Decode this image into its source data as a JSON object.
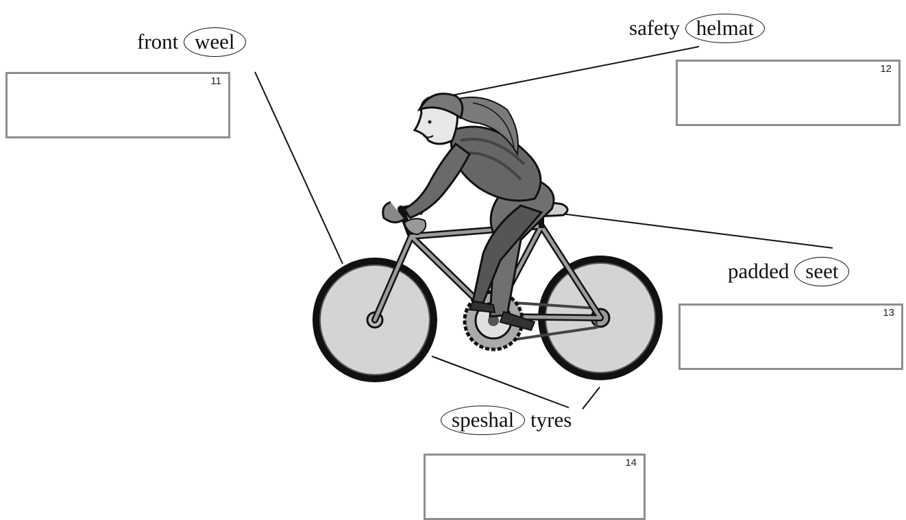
{
  "labels": {
    "front": {
      "plain": "front",
      "circled": "weel"
    },
    "helmet": {
      "plain": "safety",
      "circled": "helmat"
    },
    "seat": {
      "plain": "padded",
      "circled": "seet"
    },
    "tyres": {
      "circled": "speshal",
      "plain": "tyres"
    }
  },
  "boxes": [
    {
      "number": "11"
    },
    {
      "number": "12"
    },
    {
      "number": "13"
    },
    {
      "number": "14"
    }
  ]
}
